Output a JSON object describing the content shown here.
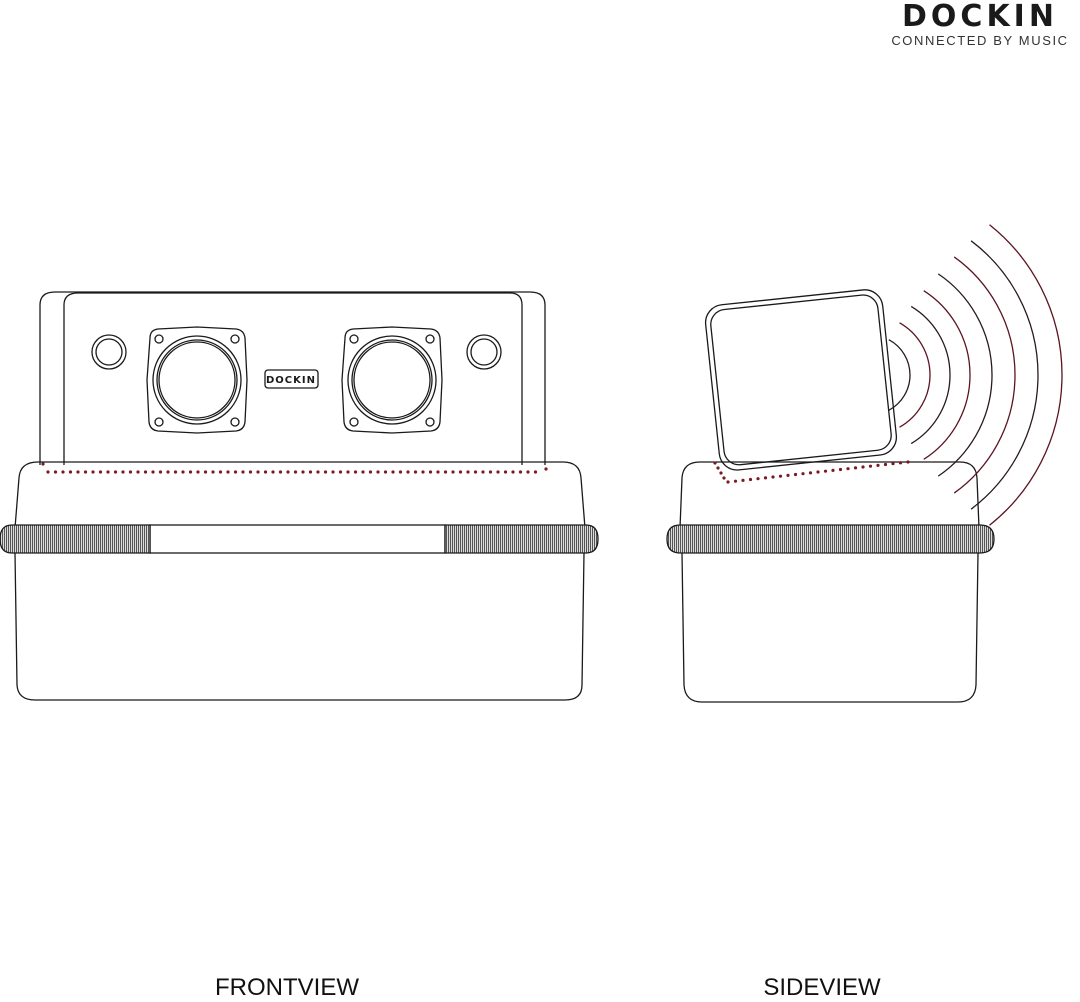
{
  "brand": {
    "name": "DOCKIN",
    "tagline": "CONNECTED BY MUSIC"
  },
  "speaker_logo": "DOCKIN",
  "labels": {
    "front": "FRONTVIEW",
    "side": "SIDEVIEW"
  },
  "colors": {
    "line": "#1a1a1a",
    "dots": "#7a1a22",
    "waves": "#5a1520"
  }
}
